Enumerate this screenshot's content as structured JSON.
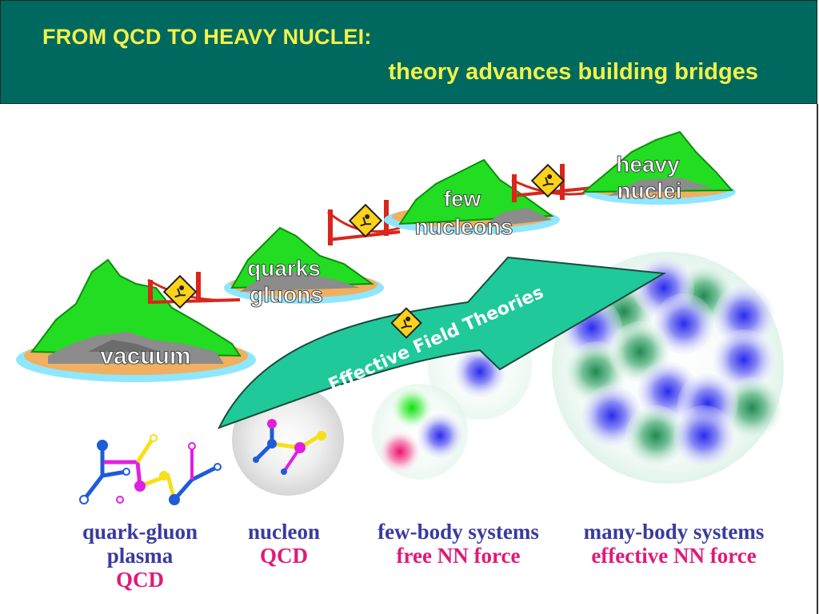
{
  "header": {
    "title": "FROM QCD TO HEAVY NUCLEI:",
    "subtitle": "theory advances building bridges"
  },
  "islands": {
    "vacuum": "vacuum",
    "quarks": "quarks",
    "gluons": "gluons",
    "few": "few",
    "nucleons": "nucleons",
    "heavy": "heavy",
    "nuclei": "nuclei"
  },
  "arrow": {
    "label": "Effective Field Theories"
  },
  "captions": {
    "qgp_line1": "quark-gluon",
    "qgp_line2": "plasma",
    "qgp_line3": "QCD",
    "nucleon_line1": "nucleon",
    "nucleon_line2": "QCD",
    "few_line1": "few-body systems",
    "few_line2": "free NN force",
    "many_line1": "many-body systems",
    "many_line2": "effective NN force"
  },
  "colors": {
    "header_bg": "#00695f",
    "title_text": "#f2f24a",
    "arrow_fill": "#1fc99a",
    "caption_blue": "#3a3aa0",
    "caption_pink": "#e0197a",
    "island_green": "#22dd22",
    "bridge_red": "#d8261a"
  },
  "icons": [
    "construction-sign-icon"
  ]
}
